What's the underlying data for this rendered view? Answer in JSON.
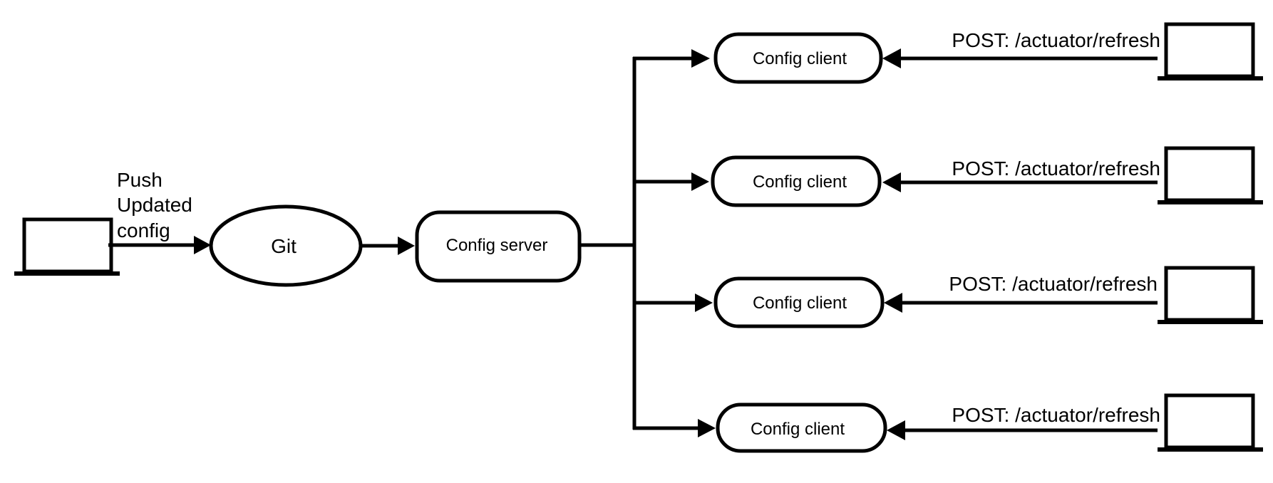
{
  "diagram": {
    "git_label": "Git",
    "server_label": "Config server",
    "push_label_lines": [
      "Push",
      "Updated",
      "config"
    ],
    "clients": [
      {
        "label": "Config client",
        "refresh_label": "POST: /actuator/refresh"
      },
      {
        "label": "Config client",
        "refresh_label": "POST: /actuator/refresh"
      },
      {
        "label": "Config client",
        "refresh_label": "POST: /actuator/refresh"
      },
      {
        "label": "Config client",
        "refresh_label": "POST: /actuator/refresh"
      }
    ],
    "icons": {
      "developer": "laptop-icon",
      "admin": "laptop-icon"
    },
    "colors": {
      "stroke": "#000000",
      "fill": "#ffffff"
    }
  }
}
